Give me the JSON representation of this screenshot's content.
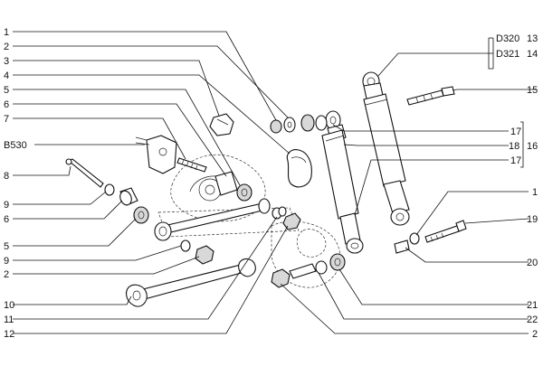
{
  "callouts_left": [
    "1",
    "2",
    "3",
    "4",
    "5",
    "6",
    "7",
    "B530",
    "8",
    "9",
    "6",
    "5",
    "9",
    "2",
    "10",
    "11",
    "12"
  ],
  "callouts_right": [
    "D320",
    "13",
    "D321",
    "14",
    "15",
    "17",
    "18",
    "16",
    "17",
    "1",
    "19",
    "20",
    "21",
    "22",
    "2"
  ]
}
